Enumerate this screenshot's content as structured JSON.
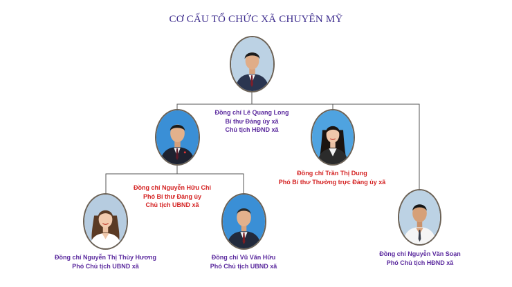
{
  "title": "CƠ CẤU TỔ CHỨC XÃ CHUYÊN MỸ",
  "colors": {
    "title": "#3b2a8c",
    "label_purple": "#5b2a9e",
    "label_red": "#d42222",
    "connector": "#555555",
    "portrait_border": "#6b6155"
  },
  "members": [
    {
      "id": "le-quang-long",
      "name": "Đồng chí Lê Quang Long",
      "roles": [
        "Bí thư Đảng ủy xã",
        "Chủ tịch HĐND xã"
      ]
    },
    {
      "id": "nguyen-huu-chi",
      "name": "Đồng chí Nguyễn Hữu Chi",
      "roles": [
        "Phó Bí thư Đảng ủy",
        "Chủ tịch UBND xã"
      ]
    },
    {
      "id": "tran-thi-dung",
      "name": "Đồng chí Trần Thị Dung",
      "roles": [
        "Phó Bí thư Thường trực Đảng ủy xã"
      ]
    },
    {
      "id": "nguyen-thi-thuy-huong",
      "name": "Đồng chí Nguyễn Thị Thùy Hương",
      "roles": [
        "Phó Chủ tịch UBND xã"
      ]
    },
    {
      "id": "vu-van-huu",
      "name": "Đồng chí Vũ Văn Hữu",
      "roles": [
        "Phó Chủ tịch UBND xã"
      ]
    },
    {
      "id": "nguyen-van-soan",
      "name": "Đồng chí Nguyễn Văn Soạn",
      "roles": [
        "Phó Chủ tịch HĐND xã"
      ]
    }
  ]
}
